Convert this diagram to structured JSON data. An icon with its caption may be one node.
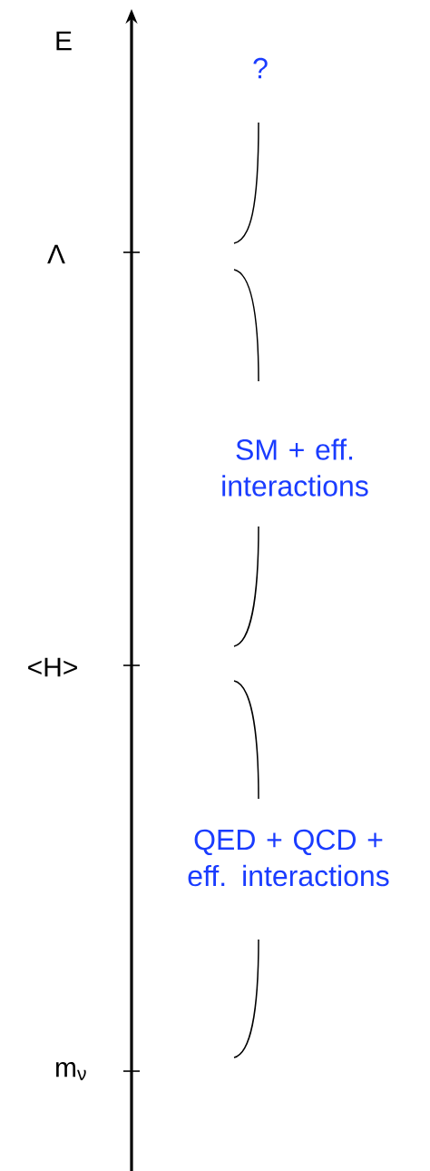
{
  "diagram": {
    "labels": [
      "E",
      "?",
      "Λ",
      "SM + eff. interactions",
      "<H>",
      "QED + QCD + eff. interactions",
      "m$_{ν}$"
    ]
  }
}
